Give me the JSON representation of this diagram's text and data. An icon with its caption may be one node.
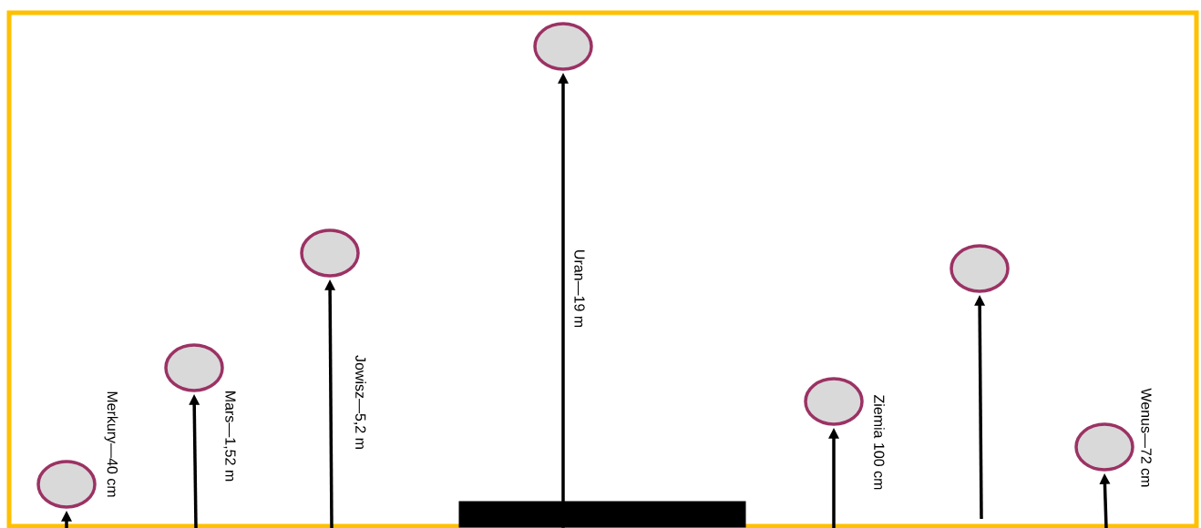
{
  "diagram": {
    "nodes": [
      {
        "text": [],
        "shape": "circle",
        "beside": [
          "Merkury—40 cm"
        ]
      },
      {
        "text": [],
        "shape": "circle",
        "beside": [
          "Mars—1,52 m"
        ]
      },
      {
        "text": [],
        "shape": "circle"
      },
      {
        "text": [],
        "shape": "circle"
      },
      {
        "text": [],
        "shape": "circle",
        "beside": [
          "Ziemia 100 cm"
        ]
      },
      {
        "text": [],
        "shape": "circle"
      },
      {
        "text": [],
        "shape": "circle",
        "beside": [
          "Wenus—72 cm"
        ]
      },
      {
        "text": [],
        "shape": "bar"
      }
    ],
    "edges": [
      {
        "from": null,
        "to": 0,
        "arrow": "to"
      },
      {
        "from": null,
        "to": 1,
        "arrow": "to"
      },
      {
        "from": null,
        "to": 2,
        "arrow": "to"
      },
      {
        "from": 7,
        "to": 3,
        "arrow": "to"
      },
      {
        "from": null,
        "to": 4,
        "arrow": "to"
      },
      {
        "from": null,
        "to": 5,
        "arrow": "to"
      },
      {
        "from": null,
        "to": 6,
        "arrow": "to"
      }
    ],
    "labels": [
      "Uran—19 m",
      "Jowisz—5,2 m"
    ]
  }
}
